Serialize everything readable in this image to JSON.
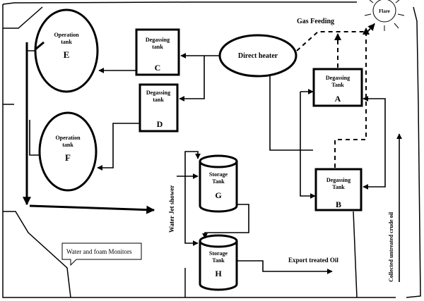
{
  "flare": {
    "label": "Flare"
  },
  "gas_feeding": "Gas Feeding",
  "direct_heater": "Direct heater",
  "operation_tank_e": {
    "line1": "Operation",
    "line2": "tank",
    "letter": "E"
  },
  "operation_tank_f": {
    "line1": "Operation",
    "line2": "tank",
    "letter": "F"
  },
  "degassing_c": {
    "line1": "Degassing",
    "line2": "tank",
    "letter": "C"
  },
  "degassing_d": {
    "line1": "Degassing",
    "line2": "tank",
    "letter": "D"
  },
  "degassing_a": {
    "line1": "Degassing",
    "line2": "Tank",
    "letter": "A"
  },
  "degassing_b": {
    "line1": "Degassing",
    "line2": "Tank",
    "letter": "B"
  },
  "storage_g": {
    "line1": "Storage",
    "line2": "Tank",
    "letter": "G"
  },
  "storage_h": {
    "line1": "Storage",
    "line2": "Tank",
    "letter": "H"
  },
  "water_jet_shower": "Water Jet shower",
  "water_foam_monitors": "Water and foam Monitors",
  "export_treated_oil": "Export treated Oil",
  "collected_crude": "Collected untreated crude oil"
}
